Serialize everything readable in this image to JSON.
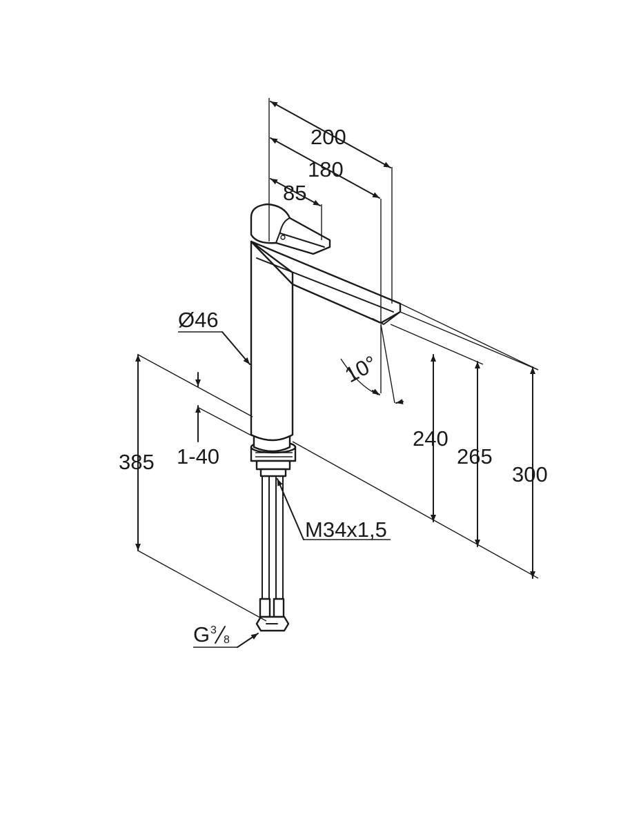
{
  "dimensions": {
    "width_total": "200",
    "width_spout": "180",
    "width_lever": "85",
    "diameter": "Ø46",
    "angle": "10°",
    "height_outlet": "240",
    "height_spout": "265",
    "height_total": "300",
    "height_overall": "385",
    "deck_thickness": "1-40",
    "thread": "M34x1,5",
    "connection_main": "G",
    "connection_num": "3",
    "connection_den": "8"
  },
  "colors": {
    "line": "#1a1a1a",
    "background": "#ffffff"
  }
}
